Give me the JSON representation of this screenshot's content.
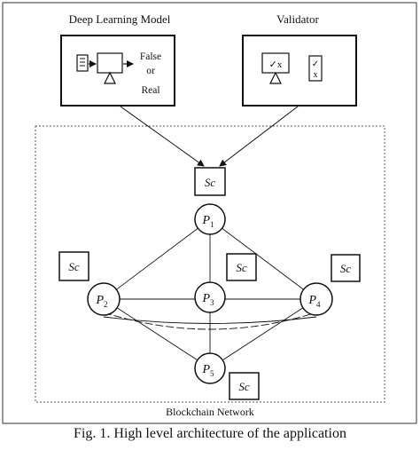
{
  "deep_learning_model": {
    "title": "Deep Learning Model",
    "output_false": "False",
    "output_or": "or",
    "output_real": "Real"
  },
  "validator": {
    "title": "Validator",
    "screen_mark": "✓x",
    "doc_check": "✓",
    "doc_x": "x"
  },
  "smart_contract_label": "Sc",
  "nodes": {
    "p1": {
      "letter": "P",
      "sub": "1"
    },
    "p2": {
      "letter": "P",
      "sub": "2"
    },
    "p3": {
      "letter": "P",
      "sub": "3"
    },
    "p4": {
      "letter": "P",
      "sub": "4"
    },
    "p5": {
      "letter": "P",
      "sub": "5"
    }
  },
  "network_label": "Blockchain Network",
  "caption": "Fig. 1.  High level architecture of the application"
}
